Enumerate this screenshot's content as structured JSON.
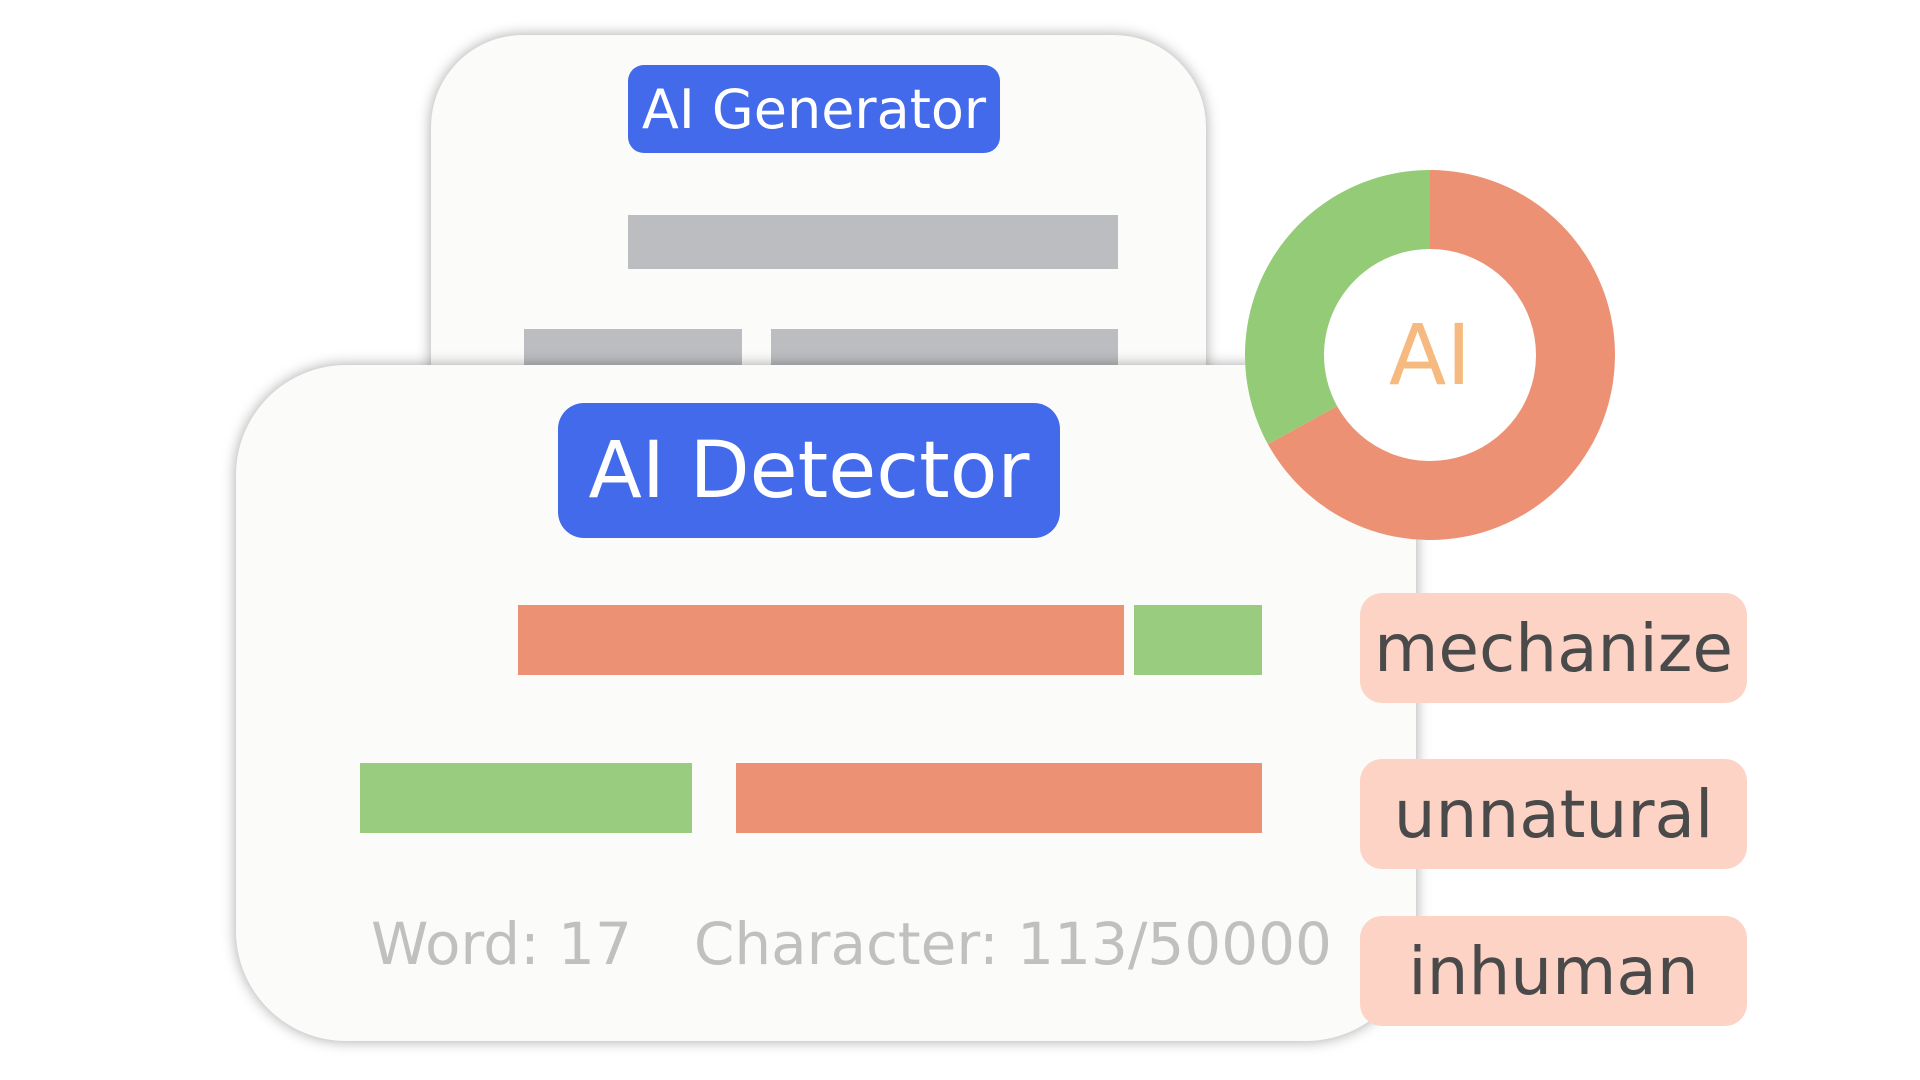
{
  "generator": {
    "title": "AI Generator"
  },
  "detector": {
    "title": "AI Detector",
    "stats": {
      "word": "Word: 17",
      "character": "Character: 113/50000"
    }
  },
  "score": {
    "label": "AI",
    "ai_fraction": 0.67,
    "human_fraction": 0.33,
    "colors": {
      "ai": "#ec9174",
      "human": "#94cb77",
      "label": "#f6ba80"
    }
  },
  "tags": [
    "mechanize",
    "unnatural",
    "inhuman"
  ],
  "colors": {
    "accent": "#426aea",
    "ai_bar": "#ec9174",
    "human_bar": "#9acc80",
    "placeholder": "#bcbdc1",
    "tag_bg": "#fdd3c5"
  }
}
